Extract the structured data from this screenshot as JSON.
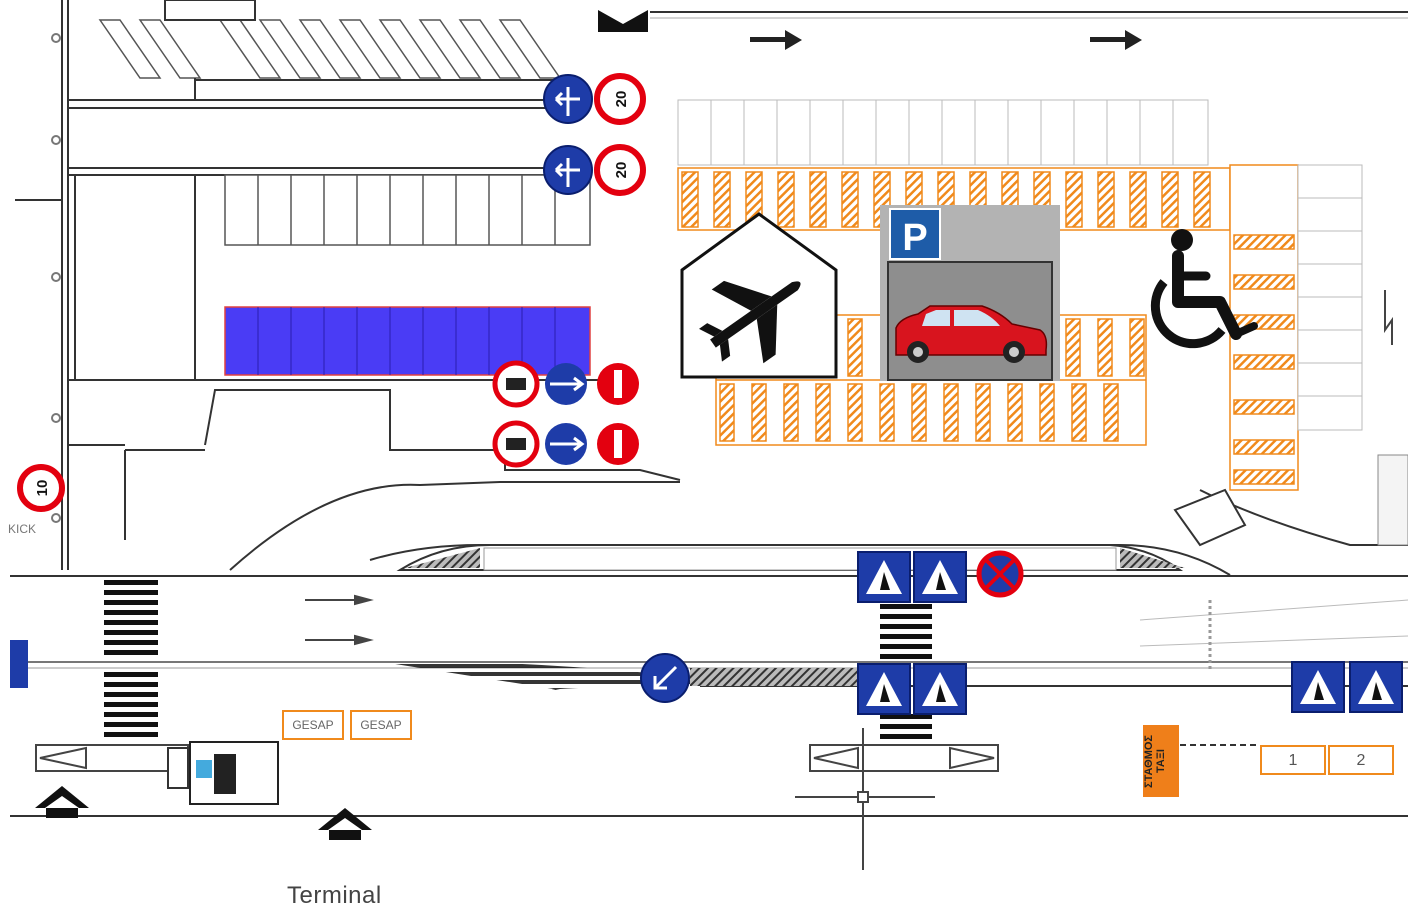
{
  "labels": {
    "terminal": "Terminal",
    "kick": "KICK",
    "gesap_1": "GESAP",
    "gesap_2": "GESAP",
    "slot_1": "1",
    "slot_2": "2",
    "taxi_sign": "ΣΤΑΘΜΟΣ ΤΑΞΙ"
  },
  "signs": {
    "speed_limit_top": "20",
    "speed_limit_left": "10",
    "parking_letter": "P"
  },
  "icons": [
    "airport-terminal-icon",
    "parking-garage-icon",
    "car-icon",
    "wheelchair-icon",
    "arrow-right-icon",
    "pedestrian-crossing-sign-icon",
    "keep-left-sign-icon",
    "no-entry-sign-icon",
    "no-stopping-sign-icon",
    "home-arrow-icon"
  ],
  "colors": {
    "hatch_orange": "#f08a1c",
    "blue_sign": "#1e3ca8",
    "red_sign": "#e3000f",
    "blue_zone": "#4a3cf5",
    "taxi_orange": "#ef7f1a"
  }
}
